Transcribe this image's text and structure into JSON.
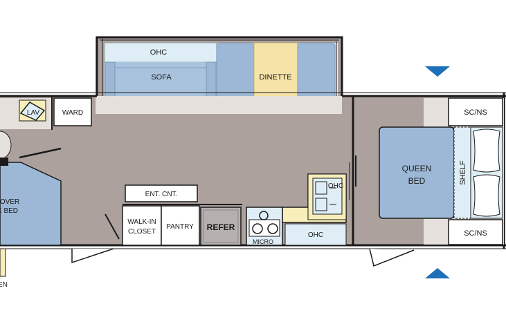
{
  "floorplan": {
    "labels": {
      "ohc_slide": "OHC",
      "sofa": "SOFA",
      "dinette": "DINETTE",
      "lav": "LAV",
      "ward": "WARD",
      "queen_bed": "QUEEN",
      "queen_bed_2": "BED",
      "shelf": "SHELF",
      "scns_top": "SC/NS",
      "scns_bottom": "SC/NS",
      "ohc_kitchen": "OHC",
      "ohc_lower": "OHC",
      "ent_cnt": "ENT. CNT.",
      "walk_in": "WALK-IN",
      "closet": "CLOSET",
      "pantry": "PANTRY",
      "refer": "REFER",
      "micro": "MICRO",
      "over": "OVER",
      "e_bed": "E BED",
      "en": "EN"
    },
    "colors": {
      "floor": "#ada19e",
      "bed": "#9db8d6",
      "sofa": "#a9c3de",
      "dinette_seat": "#f5e3a8",
      "light_blue": "#dfeef6",
      "light_gray": "#e6e0dd",
      "dark_appliance": "#b5b0ae",
      "counter": "#f8eeb9",
      "arrow": "#1d6fb8",
      "wall": "#1a1a1a"
    },
    "icons": [
      "lavatory-sink-icon",
      "stove-icon",
      "kitchen-sink-icon",
      "slide-out-arrow-icon",
      "entry-door-icon"
    ]
  }
}
